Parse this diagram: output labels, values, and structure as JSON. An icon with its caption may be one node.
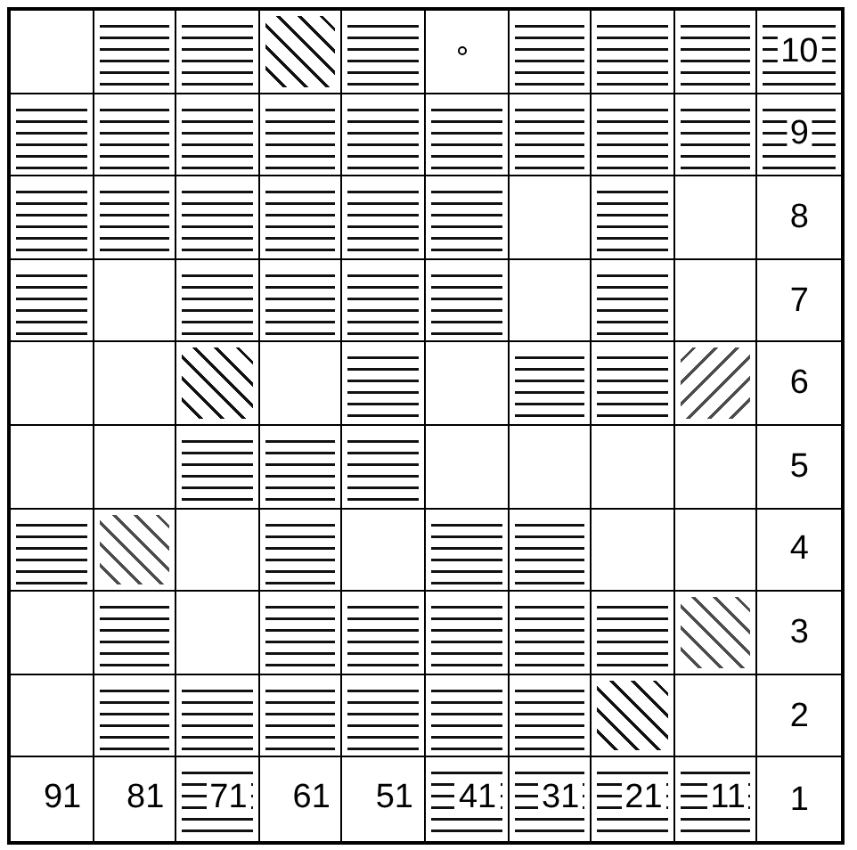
{
  "diagram": {
    "labels": [
      "10",
      "9",
      "8",
      "7",
      "6",
      "5",
      "4",
      "3",
      "2",
      "91",
      "81",
      "71",
      "61",
      "51",
      "41",
      "31",
      "21",
      "11",
      "1"
    ]
  }
}
